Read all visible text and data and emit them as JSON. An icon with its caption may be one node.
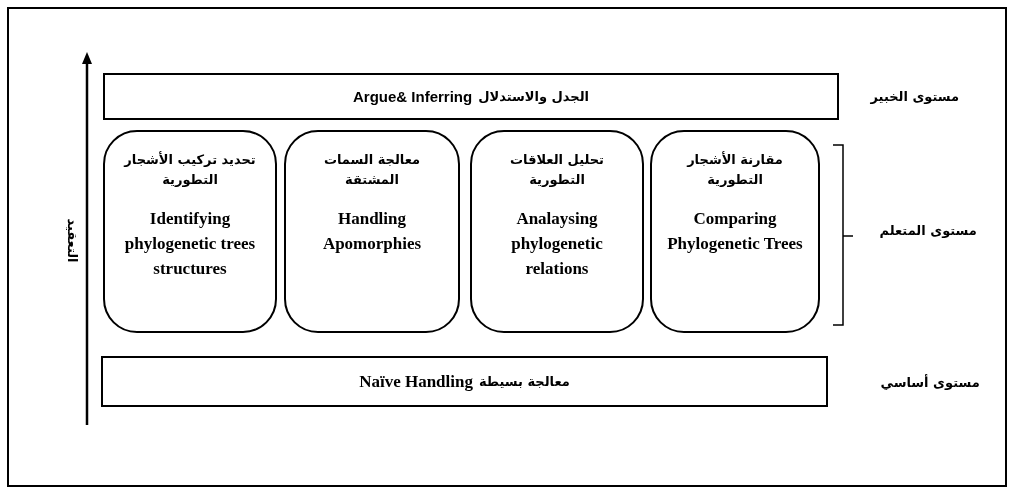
{
  "diagram": {
    "nodes": [
      {
        "text": [
          "الجدل والاستدلال",
          "Argue& Inferring"
        ]
      },
      {
        "text": [
          "تحديد تركيب الأشجار التطورية",
          "Identifying phylogenetic trees structures"
        ]
      },
      {
        "text": [
          "معالجة السمات المشتقة",
          "Handling Apomorphies"
        ]
      },
      {
        "text": [
          "تحليل العلاقات التطورية",
          "Analaysing phylogenetic relations"
        ]
      },
      {
        "text": [
          "مقارنة الأشجار التطورية",
          "Comparing Phylogenetic Trees"
        ]
      },
      {
        "text": [
          "معالجة بسيطة",
          "Naïve Handling"
        ]
      }
    ],
    "labels": [
      "مستوى الخبير",
      "التعقيد",
      "مستوى المتعلم",
      "مستوى أساسي"
    ]
  }
}
